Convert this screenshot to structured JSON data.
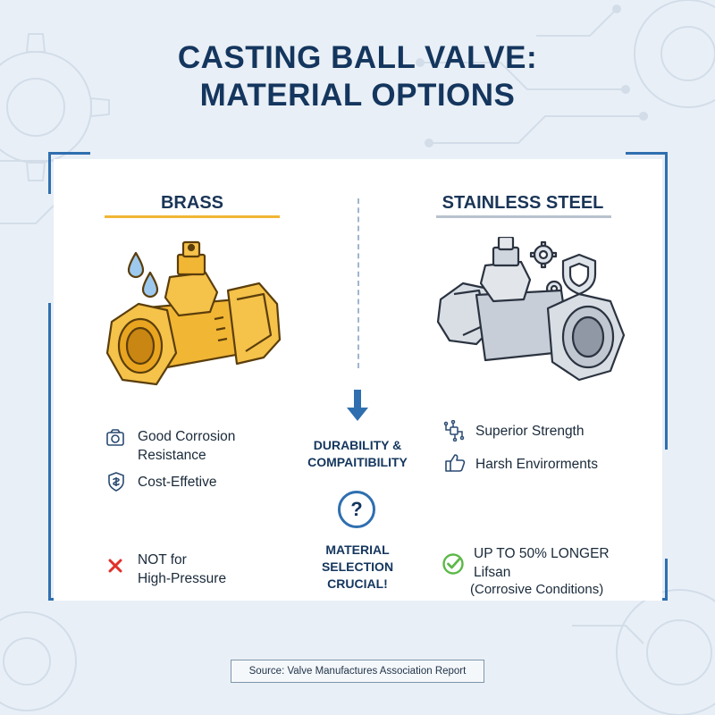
{
  "title": {
    "line1": "CASTING BALL VALVE:",
    "line2": "MATERIAL OPTIONS"
  },
  "colors": {
    "navy": "#14365e",
    "accent_blue": "#2f6fb0",
    "brass_gold": "#f1b634",
    "steel_gray": "#b8bfc8",
    "error_red": "#e0312b",
    "success_green": "#5cb848"
  },
  "brass": {
    "heading": "BRASS",
    "features": [
      {
        "icon": "corrosion-shield-icon",
        "text_line1": "Good Corrosion",
        "text_line2": "Resistance"
      },
      {
        "icon": "cost-shield-icon",
        "text_line1": "Cost-Effetive",
        "text_line2": ""
      }
    ],
    "limitation": {
      "icon": "x-mark-icon",
      "line1": "NOT for",
      "line2": "High-Pressure"
    }
  },
  "steel": {
    "heading": "STAINLESS STEEL",
    "features": [
      {
        "icon": "circuit-strength-icon",
        "text": "Superior Strength"
      },
      {
        "icon": "thumbs-up-icon",
        "text": "Harsh Envirorments"
      }
    ],
    "advantage": {
      "icon": "check-circle-icon",
      "line1": "UP TO 50% LONGER",
      "line2": "Lifsan",
      "line3": "(Corrosive Conditions)"
    }
  },
  "center": {
    "durability_line1": "DURABILITY &",
    "durability_line2": "COMPAITIBILITY",
    "question_mark": "?",
    "selection_line1": "MATERIAL",
    "selection_line2": "SELECTION",
    "selection_line3": "CRUCIAL!"
  },
  "source": "Source: Valve Manufactures Association Report"
}
